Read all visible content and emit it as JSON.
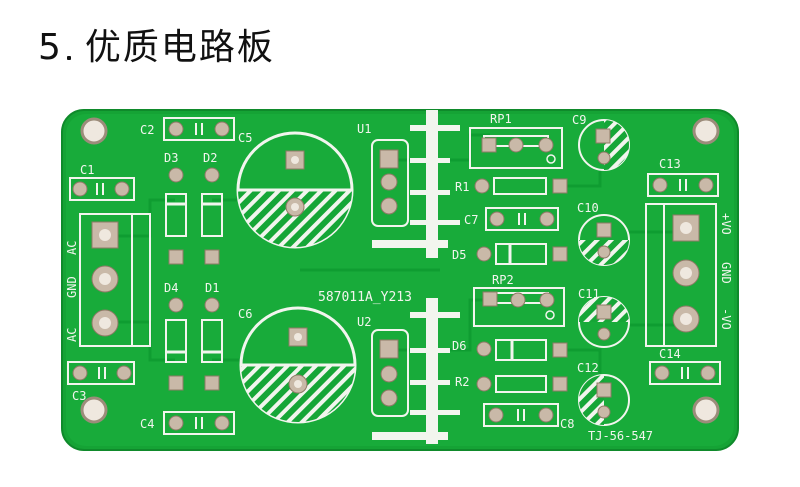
{
  "heading": {
    "number": "5",
    "title": "优质电路板"
  },
  "colors": {
    "board": "#16a637",
    "board_edge": "#0f8a2b",
    "silk": "#f2f5ee",
    "pad": "#c9b9a8",
    "pad_edge": "#8f7a66",
    "hole": "#efe8df"
  },
  "board": {
    "silkscreen_labels": {
      "c1": "C1",
      "c2": "C2",
      "c3": "C3",
      "c4": "C4",
      "c5": "C5",
      "c6": "C6",
      "c7": "C7",
      "c8": "C8",
      "c9": "C9",
      "c10": "C10",
      "c11": "C11",
      "c12": "C12",
      "c13": "C13",
      "c14": "C14",
      "d1": "D1",
      "d2": "D2",
      "d3": "D3",
      "d4": "D4",
      "d5": "D5",
      "d6": "D6",
      "r1": "R1",
      "r2": "R2",
      "rp1": "RP1",
      "rp2": "RP2",
      "u1": "U1",
      "u2": "U2",
      "ac_top": "AC",
      "gnd_left": "GND",
      "ac_bottom": "AC",
      "plus_vo": "+VO",
      "gnd_right": "GND",
      "minus_vo": "-VO",
      "part_number": "587011A_Y213",
      "model": "TJ-56-547"
    }
  }
}
